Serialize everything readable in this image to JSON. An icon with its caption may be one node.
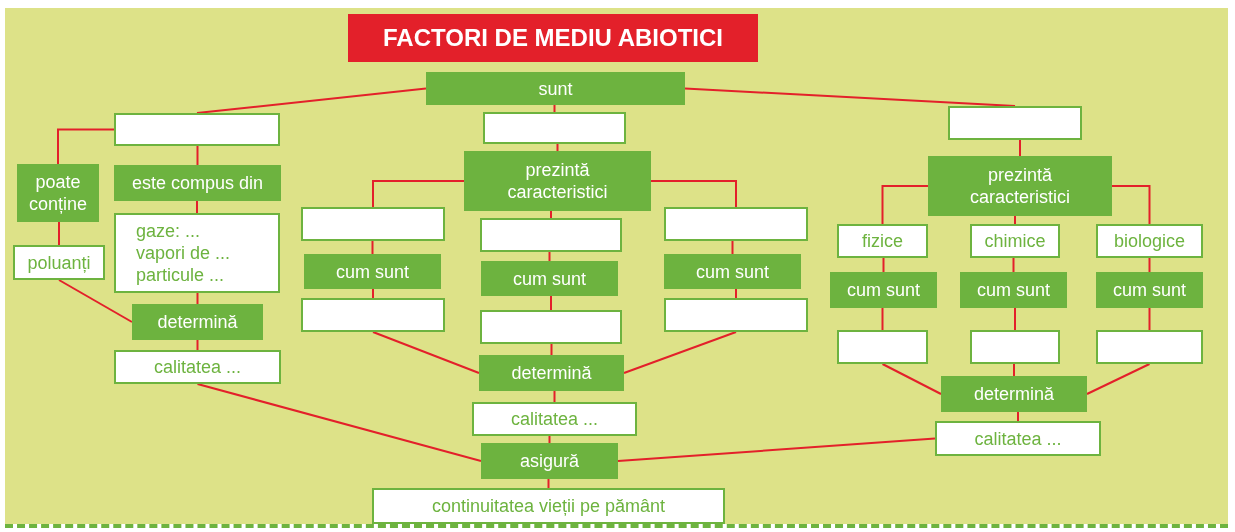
{
  "diagram": {
    "title": "FACTORI DE MEDIU ABIOTICI",
    "nodes": [
      {
        "text": [
          "sunt"
        ]
      },
      {
        "text": [],
        "shape": "box"
      },
      {
        "text": [],
        "shape": "box"
      },
      {
        "text": [],
        "shape": "box"
      },
      {
        "text": [
          "poate conține"
        ]
      },
      {
        "text": [
          "este compus din"
        ]
      },
      {
        "text": [
          "gaze: ...",
          "vapori de ...",
          "particule ..."
        ]
      },
      {
        "text": [
          "poluanți"
        ]
      },
      {
        "text": [
          "determină"
        ]
      },
      {
        "text": [
          "calitatea ..."
        ]
      },
      {
        "text": [
          "prezintă caracteristici"
        ]
      },
      {
        "text": [],
        "shape": "box"
      },
      {
        "text": [],
        "shape": "box"
      },
      {
        "text": [],
        "shape": "box"
      },
      {
        "text": [
          "cum sunt"
        ]
      },
      {
        "text": [
          "cum sunt"
        ]
      },
      {
        "text": [
          "cum sunt"
        ]
      },
      {
        "text": [],
        "shape": "box"
      },
      {
        "text": [],
        "shape": "box"
      },
      {
        "text": [],
        "shape": "box"
      },
      {
        "text": [
          "determină"
        ]
      },
      {
        "text": [
          "calitatea ..."
        ]
      },
      {
        "text": [
          "asigură"
        ]
      },
      {
        "text": [
          "continuitatea vieții pe pământ"
        ]
      },
      {
        "text": [
          "prezintă caracteristici"
        ]
      },
      {
        "text": [
          "fizice"
        ]
      },
      {
        "text": [
          "chimice"
        ]
      },
      {
        "text": [
          "biologice"
        ]
      },
      {
        "text": [
          "cum sunt"
        ]
      },
      {
        "text": [
          "cum sunt"
        ]
      },
      {
        "text": [
          "cum sunt"
        ]
      },
      {
        "text": [],
        "shape": "box"
      },
      {
        "text": [],
        "shape": "box"
      },
      {
        "text": [],
        "shape": "box"
      },
      {
        "text": [
          "determină"
        ]
      },
      {
        "text": [
          "calitatea ..."
        ]
      }
    ],
    "edges": [
      {
        "from": 0,
        "to": 1,
        "arrow": "none"
      },
      {
        "from": 0,
        "to": 2,
        "arrow": "none"
      },
      {
        "from": 0,
        "to": 3,
        "arrow": "none"
      },
      {
        "from": 1,
        "to": 4,
        "arrow": "none"
      },
      {
        "from": 1,
        "to": 5,
        "arrow": "none"
      },
      {
        "from": 4,
        "to": 7,
        "arrow": "none"
      },
      {
        "from": 5,
        "to": 6,
        "arrow": "none"
      },
      {
        "from": 6,
        "to": 8,
        "arrow": "none"
      },
      {
        "from": 7,
        "to": 8,
        "arrow": "none"
      },
      {
        "from": 8,
        "to": 9,
        "arrow": "none"
      },
      {
        "from": 9,
        "to": 22,
        "arrow": "none"
      },
      {
        "from": 2,
        "to": 10,
        "arrow": "none"
      },
      {
        "from": 10,
        "to": 11,
        "arrow": "none"
      },
      {
        "from": 10,
        "to": 12,
        "arrow": "none"
      },
      {
        "from": 10,
        "to": 13,
        "arrow": "none"
      },
      {
        "from": 11,
        "to": 14,
        "arrow": "none"
      },
      {
        "from": 12,
        "to": 15,
        "arrow": "none"
      },
      {
        "from": 13,
        "to": 16,
        "arrow": "none"
      },
      {
        "from": 14,
        "to": 17,
        "arrow": "none"
      },
      {
        "from": 15,
        "to": 18,
        "arrow": "none"
      },
      {
        "from": 16,
        "to": 19,
        "arrow": "none"
      },
      {
        "from": 17,
        "to": 20,
        "arrow": "none"
      },
      {
        "from": 18,
        "to": 20,
        "arrow": "none"
      },
      {
        "from": 19,
        "to": 20,
        "arrow": "none"
      },
      {
        "from": 20,
        "to": 21,
        "arrow": "none"
      },
      {
        "from": 21,
        "to": 22,
        "arrow": "none"
      },
      {
        "from": 22,
        "to": 23,
        "arrow": "none"
      },
      {
        "from": 3,
        "to": 24,
        "arrow": "none"
      },
      {
        "from": 24,
        "to": 25,
        "arrow": "none"
      },
      {
        "from": 24,
        "to": 26,
        "arrow": "none"
      },
      {
        "from": 24,
        "to": 27,
        "arrow": "none"
      },
      {
        "from": 25,
        "to": 28,
        "arrow": "none"
      },
      {
        "from": 26,
        "to": 29,
        "arrow": "none"
      },
      {
        "from": 27,
        "to": 30,
        "arrow": "none"
      },
      {
        "from": 28,
        "to": 31,
        "arrow": "none"
      },
      {
        "from": 29,
        "to": 32,
        "arrow": "none"
      },
      {
        "from": 30,
        "to": 33,
        "arrow": "none"
      },
      {
        "from": 31,
        "to": 34,
        "arrow": "none"
      },
      {
        "from": 32,
        "to": 34,
        "arrow": "none"
      },
      {
        "from": 33,
        "to": 34,
        "arrow": "none"
      },
      {
        "from": 34,
        "to": 35,
        "arrow": "none"
      },
      {
        "from": 35,
        "to": 22,
        "arrow": "none"
      }
    ]
  }
}
